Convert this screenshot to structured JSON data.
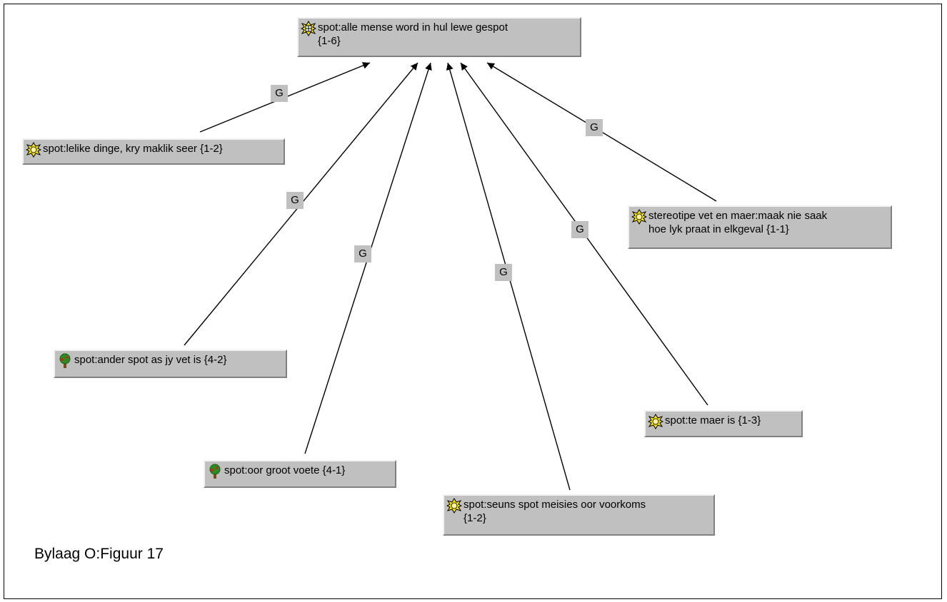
{
  "caption": "Bylaag O:Figuur 17",
  "link_label": "G",
  "nodes": [
    {
      "id": "root",
      "label": "spot:alle mense word in hul lewe gespot\n{1-6}",
      "icon": "network-node-icon"
    },
    {
      "id": "lelike",
      "label": "spot:lelike dinge, kry maklik seer {1-2}",
      "icon": "quotation-node-icon"
    },
    {
      "id": "stereotipe",
      "label": "stereotipe vet en maer:maak nie saak\nhoe lyk praat in elkgeval {1-1}",
      "icon": "quotation-node-icon"
    },
    {
      "id": "ander",
      "label": "spot:ander spot as jy vet is {4-2}",
      "icon": "tree-icon"
    },
    {
      "id": "te-maer",
      "label": "spot:te maer is {1-3}",
      "icon": "quotation-node-icon"
    },
    {
      "id": "voete",
      "label": "spot:oor groot voete {4-1}",
      "icon": "tree-icon"
    },
    {
      "id": "seuns",
      "label": "spot:seuns spot meisies oor voorkoms\n{1-2}",
      "icon": "quotation-node-icon"
    }
  ],
  "links": [
    {
      "from": "lelike",
      "to": "root",
      "label": "G"
    },
    {
      "from": "ander",
      "to": "root",
      "label": "G"
    },
    {
      "from": "voete",
      "to": "root",
      "label": "G"
    },
    {
      "from": "seuns",
      "to": "root",
      "label": "G"
    },
    {
      "from": "te-maer",
      "to": "root",
      "label": "G"
    },
    {
      "from": "stereotipe",
      "to": "root",
      "label": "G"
    }
  ],
  "colors": {
    "node_fill": "#c0c0c0",
    "edge": "#000000",
    "icon_yellow": "#f4e20a",
    "tree_green": "#2e8b22"
  }
}
